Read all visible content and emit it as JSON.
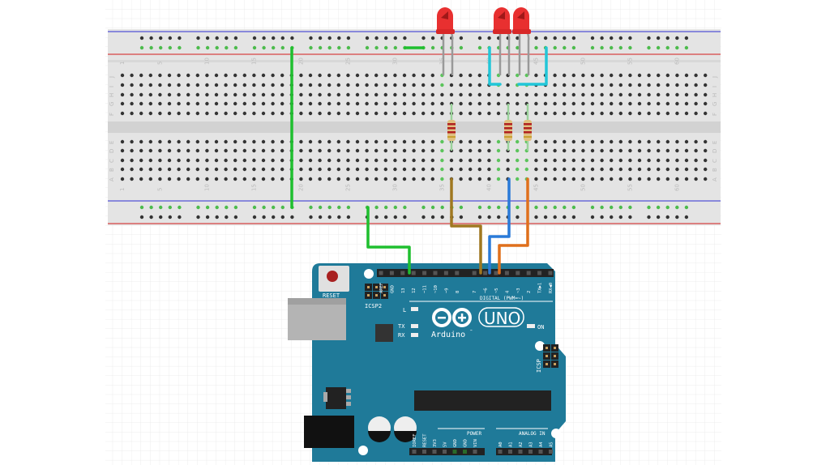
{
  "breadboard": {
    "row_letters_top": [
      "J",
      "I",
      "H",
      "G",
      "F"
    ],
    "row_letters_bottom": [
      "E",
      "D",
      "C",
      "B",
      "A"
    ],
    "column_labels": [
      "1",
      "5",
      "10",
      "15",
      "20",
      "25",
      "30",
      "35",
      "40",
      "45",
      "50",
      "55",
      "60"
    ]
  },
  "arduino": {
    "reset_label": "RESET",
    "icsp2_label": "ICSP2",
    "icsp_label": "ICSP",
    "icsp_pin1": "1",
    "digital_label": "DIGITAL (PWM=~)",
    "digital_pins": [
      "AREF",
      "GND",
      "13",
      "12",
      "~11",
      "~10",
      "~9",
      "8",
      "7",
      "~6",
      "~5",
      "4",
      "~3",
      "2",
      "TX▶1",
      "RX◀0"
    ],
    "led_l": "L",
    "led_tx": "TX",
    "led_rx": "RX",
    "led_on": "ON",
    "brand": "Arduino",
    "trademark": "™",
    "model": "UNO",
    "power_label": "POWER",
    "power_pins": [
      "IOREF",
      "RESET",
      "3V3",
      "5V",
      "GND",
      "GND",
      "VIN"
    ],
    "analog_label": "ANALOG IN",
    "analog_pins": [
      "A0",
      "A1",
      "A2",
      "A3",
      "A4",
      "A5"
    ]
  },
  "colors": {
    "board": "#1f7a99",
    "breadboard": "#e4e4e4",
    "rail_blue": "#6b6bd8",
    "rail_red": "#d84444",
    "wire_green": "#1fbf2f",
    "wire_cyan": "#22c6d8",
    "wire_brown": "#a07820",
    "wire_blue": "#2a7ad8",
    "wire_orange": "#e0701c",
    "led_red": "#e83030"
  }
}
